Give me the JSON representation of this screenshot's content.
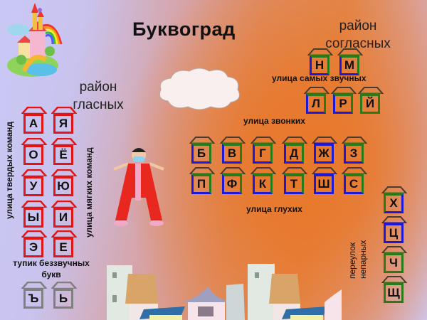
{
  "title": "Буквоград",
  "districts": {
    "vowels": {
      "line1": "район",
      "line2": "гласных"
    },
    "consonants": {
      "line1": "район",
      "line2": "согласных"
    }
  },
  "streets": {
    "hard": "улица твердых команд",
    "soft": "улица мягких команд",
    "mute_deadend": {
      "line1": "тупик беззвучных",
      "line2": "букв"
    },
    "most_sonorous": "улица самых звучных",
    "voiced": "улица звонких",
    "voiceless": "улица глухих",
    "unpaired_lane": {
      "line1": "переулок",
      "line2": "непарных"
    }
  },
  "letters": {
    "hard_vowels": [
      "А",
      "О",
      "У",
      "Ы",
      "Э"
    ],
    "soft_vowels": [
      "Я",
      "Ё",
      "Ю",
      "И",
      "Е"
    ],
    "mute": [
      "Ъ",
      "Ь"
    ],
    "sonorous_top": [
      "Н",
      "М"
    ],
    "sonorous_bottom": [
      "Л",
      "Р",
      "Й"
    ],
    "voiced": [
      "Б",
      "В",
      "Г",
      "Д",
      "Ж",
      "З"
    ],
    "voiceless": [
      "П",
      "Ф",
      "К",
      "Т",
      "Ш",
      "С"
    ],
    "unpaired": [
      "Х",
      "Ц",
      "Ч",
      "Щ"
    ]
  },
  "colors": {
    "vowel_border": "#e01616",
    "mute_border": "#808080",
    "hard_consonant_border": "#1d1ad6",
    "soft_consonant_border": "#2a7a1a",
    "background_left": "#c9c8f5",
    "background_center": "#e8782a"
  },
  "images": {
    "castle": "fairy-castle-with-rainbow",
    "cloud": "cloud",
    "boy": "letter-A-character",
    "town": "row-of-houses"
  }
}
